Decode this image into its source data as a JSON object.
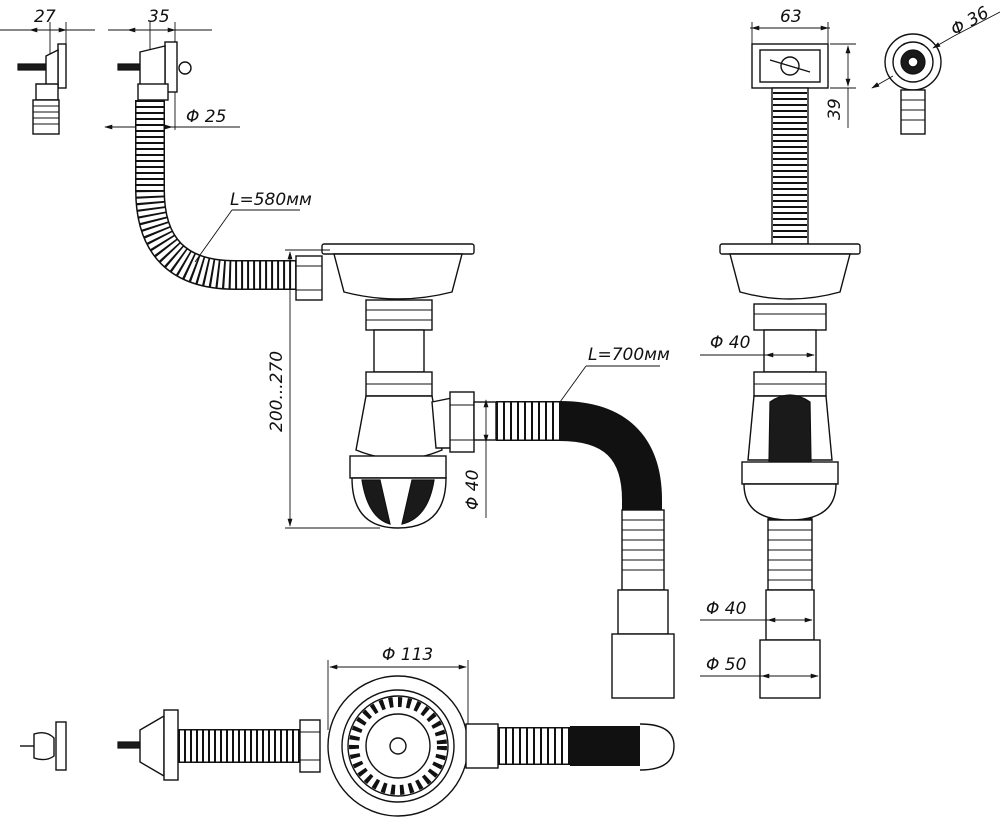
{
  "dimensions": {
    "width_27": "27",
    "width_35": "35",
    "diameter_25": "Φ 25",
    "hose_length_580": "L=580мм",
    "height_range": "200...270",
    "hose_length_700": "L=700мм",
    "diameter_40_outlet": "Φ 40",
    "overflow_width_63": "63",
    "overflow_height_39": "39",
    "diameter_36": "Φ 36",
    "diameter_40_neck": "Φ 40",
    "diameter_40_pipe": "Φ 40",
    "diameter_50_pipe": "Φ 50",
    "diameter_113": "Φ 113"
  }
}
